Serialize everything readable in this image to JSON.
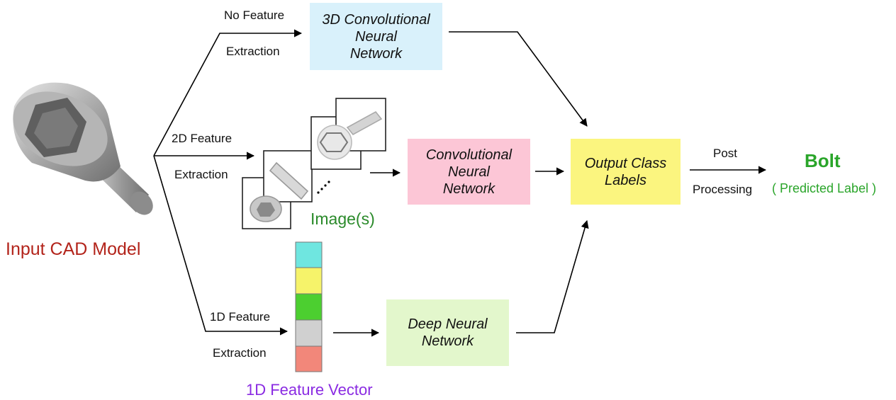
{
  "input": {
    "title": "Input CAD Model"
  },
  "paths": {
    "no_feature": [
      "No Feature",
      "Extraction"
    ],
    "two_d": [
      "2D Feature",
      "Extraction"
    ],
    "one_d": [
      "1D Feature",
      "Extraction"
    ]
  },
  "boxes": {
    "cnn3d": [
      "3D Convolutional",
      "Neural",
      "Network"
    ],
    "cnn": [
      "Convolutional",
      "Neural",
      "Network"
    ],
    "dnn": [
      "Deep Neural",
      "Network"
    ],
    "output": [
      "Output Class",
      "Labels"
    ]
  },
  "images_label": "Image(s)",
  "vector_label": "1D Feature Vector",
  "post": [
    "Post",
    "Processing"
  ],
  "result": {
    "label": "Bolt",
    "caption": "( Predicted Label )"
  },
  "colors": {
    "cnn3d_bg": "#d9f1fb",
    "cnn_bg": "#fcc6d6",
    "dnn_bg": "#e3f7cc",
    "output_bg": "#fbf57f",
    "vector": [
      "#6fe6e0",
      "#f6f36a",
      "#4ccf30",
      "#d0d0d0",
      "#f2877a"
    ]
  },
  "icons": [
    "bolt-3d-model-icon",
    "bolt-view-images-icon"
  ]
}
